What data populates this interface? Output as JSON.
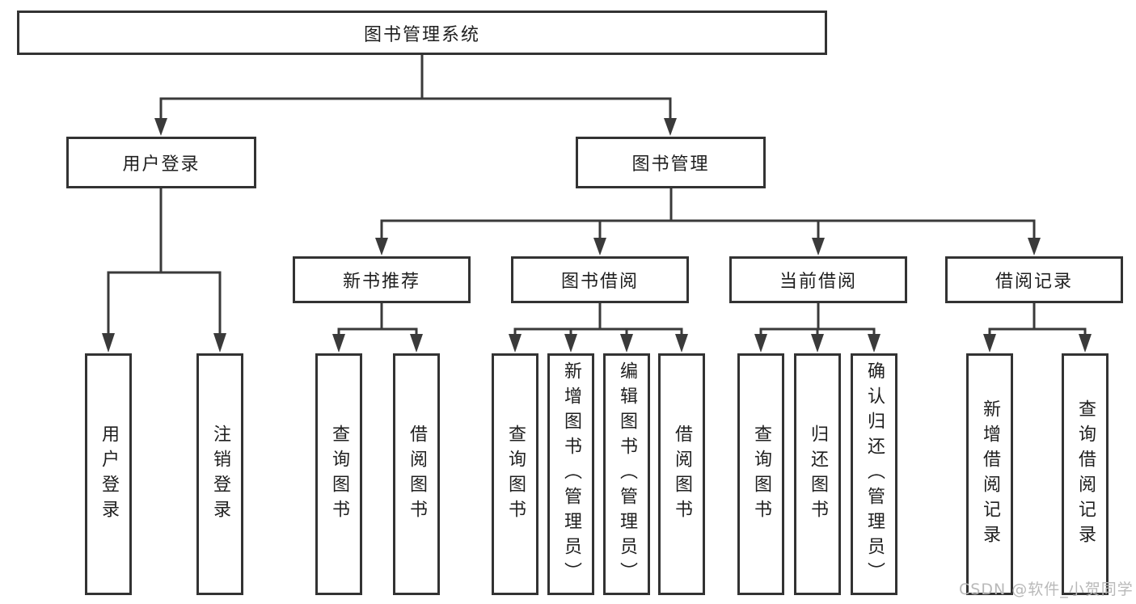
{
  "diagram": {
    "root": "图书管理系统",
    "branches": [
      {
        "label": "用户登录",
        "children": [
          "用户登录",
          "注销登录"
        ]
      },
      {
        "label": "图书管理",
        "sections": [
          {
            "label": "新书推荐",
            "children": [
              "查询图书",
              "借阅图书"
            ]
          },
          {
            "label": "图书借阅",
            "children": [
              "查询图书",
              "新增图书（管理员）",
              "编辑图书（管理员）",
              "借阅图书"
            ]
          },
          {
            "label": "当前借阅",
            "children": [
              "查询图书",
              "归还图书",
              "确认归还（管理员）"
            ]
          },
          {
            "label": "借阅记录",
            "children": [
              "新增借阅记录",
              "查询借阅记录"
            ]
          }
        ]
      }
    ],
    "colors": {
      "line": "#3a3a3a",
      "border": "#333333",
      "text": "#1f1f1f",
      "watermark_color": "#b9b9b9",
      "background": "#ffffff"
    }
  },
  "watermark": "CSDN @软件_小贺同学"
}
